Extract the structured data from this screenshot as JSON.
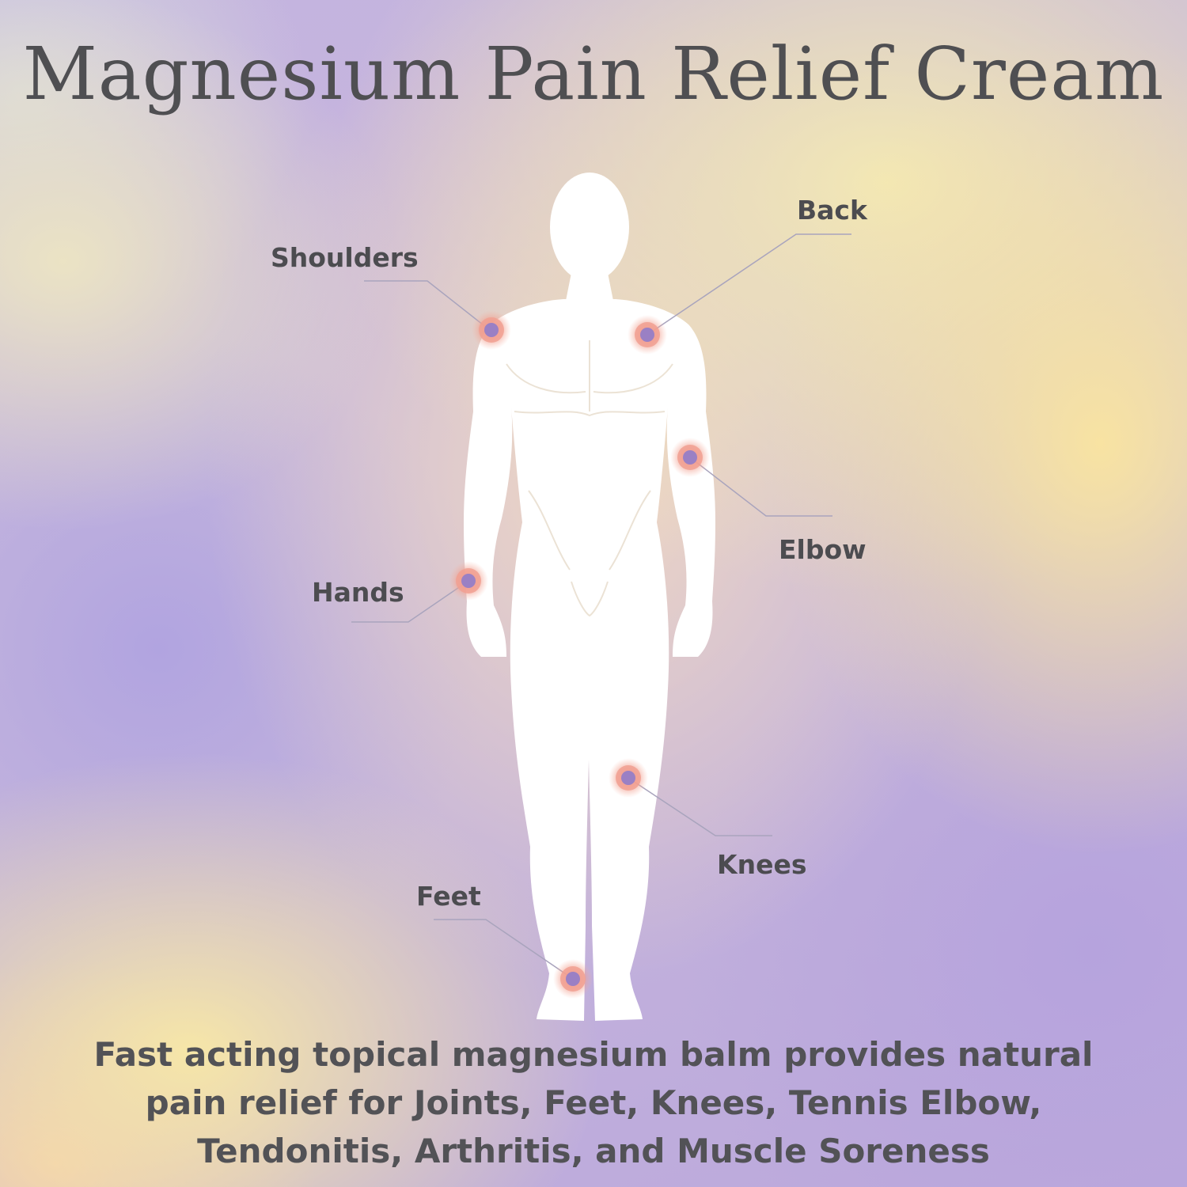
{
  "title": "Magnesium Pain Relief Cream",
  "labels": {
    "shoulders": "Shoulders",
    "back": "Back",
    "elbow": "Elbow",
    "hands": "Hands",
    "knees": "Knees",
    "feet": "Feet"
  },
  "description": {
    "line1": "Fast acting topical magnesium balm provides natural",
    "line2": "pain relief for Joints, Feet, Knees, Tennis Elbow,",
    "line3": "Tendonitis, Arthritis, and Muscle Soreness"
  },
  "colors": {
    "marker_core": "#9a80c4",
    "marker_ring": "#ef8a7c",
    "figure": "#ffffff",
    "text": "#4f4f52"
  }
}
